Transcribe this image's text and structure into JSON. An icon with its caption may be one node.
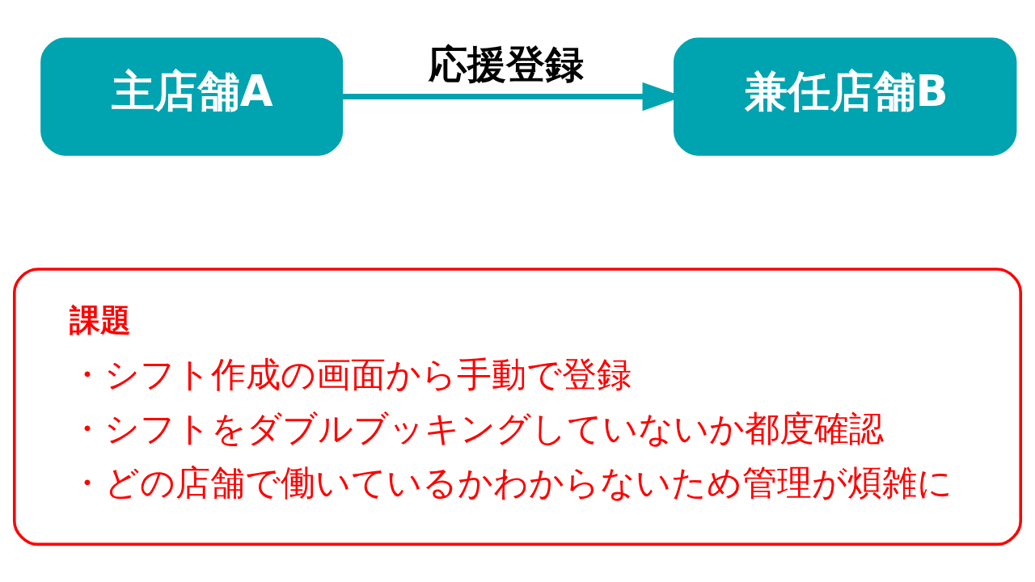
{
  "diagram": {
    "nodes": [
      {
        "text": [
          "主店舗A"
        ]
      },
      {
        "text": [
          "兼任店舗B"
        ]
      },
      {
        "text": [
          "課題",
          "・シフト作成の画面から手動で登録",
          "・シフトをダブルブッキングしていないか都度確認",
          "・どの店舗で働いているかわからないため管理が煩雑に"
        ]
      }
    ],
    "edges": [
      {
        "from": 0,
        "to": 1,
        "arrow": "to",
        "label": "応援登録"
      }
    ]
  }
}
